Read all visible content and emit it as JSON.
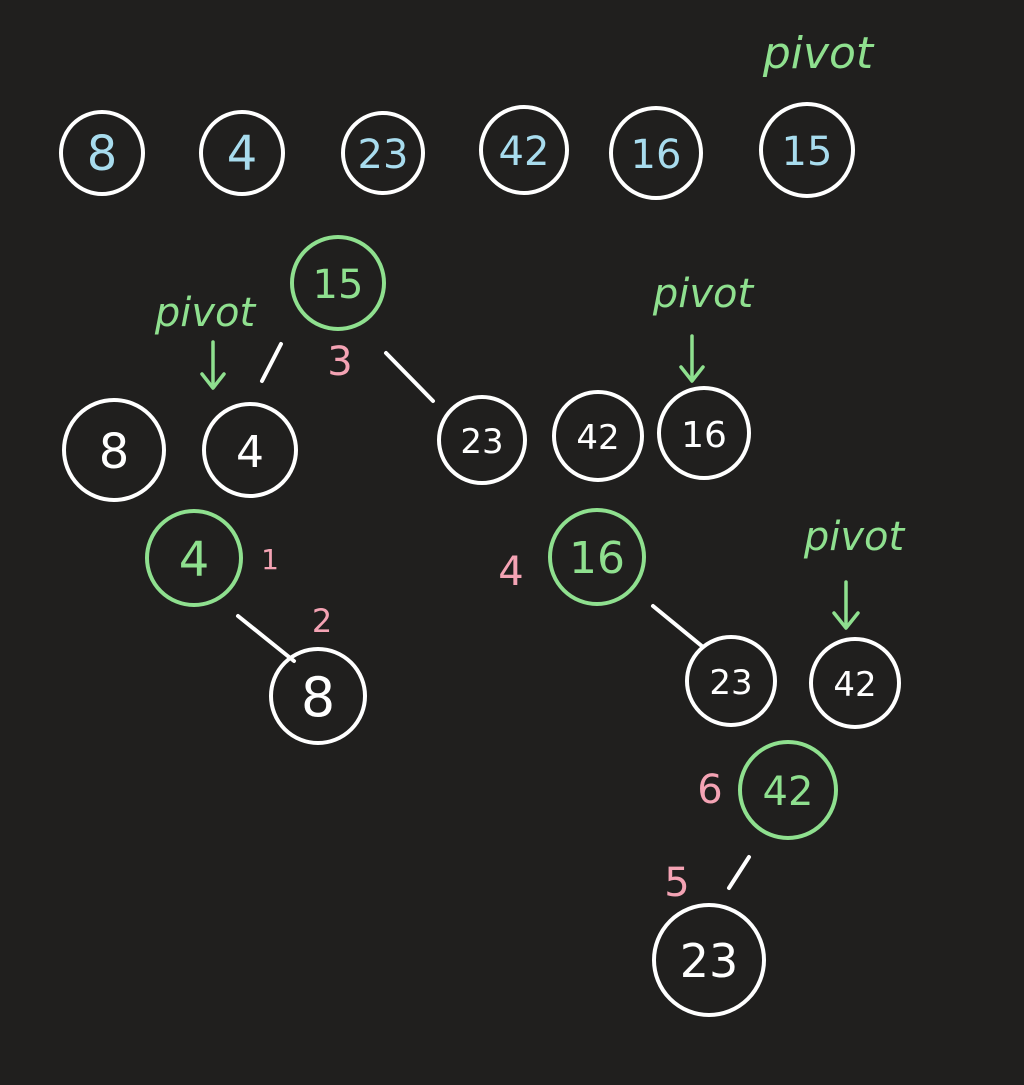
{
  "colors": {
    "background": "#201f1e",
    "unsorted_digit": "#a8dcee",
    "pivot": "#8fe08f",
    "node": "#ffffff",
    "step": "#f4a3b4"
  },
  "top_row": [
    "8",
    "4",
    "23",
    "42",
    "16",
    "15"
  ],
  "top_pivot_label": "pivot",
  "level1": {
    "pivot": "15",
    "step": "3",
    "left_pivot_label": "pivot",
    "right_pivot_label": "pivot",
    "left_nodes": [
      "8",
      "4"
    ],
    "right_nodes": [
      "23",
      "42",
      "16"
    ]
  },
  "level2_left": {
    "pivot": "4",
    "step_a": "1",
    "step_b": "2",
    "child": "8"
  },
  "level2_right": {
    "step": "4",
    "pivot": "16",
    "pivot_label": "pivot",
    "nodes": [
      "23",
      "42"
    ]
  },
  "level3": {
    "step": "6",
    "pivot": "42",
    "step_b": "5",
    "child": "23"
  }
}
